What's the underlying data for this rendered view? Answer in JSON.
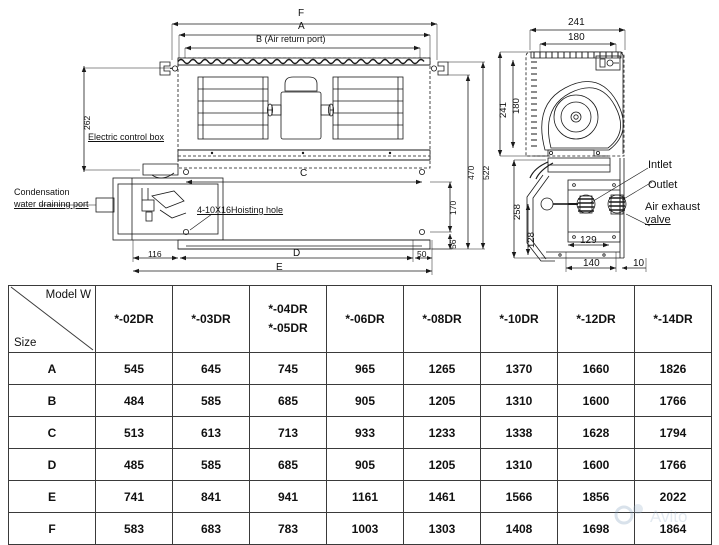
{
  "drawing": {
    "labels": {
      "electric_control_box": "Electric control box",
      "condensation_port_line1": "Condensation",
      "condensation_port_line2": "water draining port",
      "hoisting_hole": "4-10X16Hoisting hole",
      "inlet": "Intlet",
      "outlet": "Outlet",
      "air_exhaust_line1": "Air exhaust",
      "air_exhaust_line2": "valve",
      "air_return_port": "B (Air return port)"
    },
    "dimension_letters": {
      "f": "F",
      "a": "A",
      "c": "C",
      "d": "D",
      "e": "E"
    },
    "dimensions": {
      "height_262": "262",
      "height_522": "522",
      "height_470": "470",
      "height_170": "170",
      "height_56": "56",
      "offset_116": "116",
      "offset_50": "50",
      "right_241_h": "241",
      "right_180_h": "180",
      "right_241_v": "241",
      "right_180_v": "180",
      "right_258": "258",
      "right_128": "128",
      "right_129": "129",
      "right_140": "140",
      "right_10": "10"
    }
  },
  "table": {
    "corner": {
      "model_label": "Model W",
      "size_label": "Size"
    },
    "columns": [
      {
        "line1": "*-02DR",
        "line2": ""
      },
      {
        "line1": "*-03DR",
        "line2": ""
      },
      {
        "line1": "*-04DR",
        "line2": "*-05DR"
      },
      {
        "line1": "*-06DR",
        "line2": ""
      },
      {
        "line1": "*-08DR",
        "line2": ""
      },
      {
        "line1": "*-10DR",
        "line2": ""
      },
      {
        "line1": "*-12DR",
        "line2": ""
      },
      {
        "line1": "*-14DR",
        "line2": ""
      }
    ],
    "rows": [
      {
        "label": "A",
        "values": [
          "545",
          "645",
          "745",
          "965",
          "1265",
          "1370",
          "1660",
          "1826"
        ]
      },
      {
        "label": "B",
        "values": [
          "484",
          "585",
          "685",
          "905",
          "1205",
          "1310",
          "1600",
          "1766"
        ]
      },
      {
        "label": "C",
        "values": [
          "513",
          "613",
          "713",
          "933",
          "1233",
          "1338",
          "1628",
          "1794"
        ]
      },
      {
        "label": "D",
        "values": [
          "485",
          "585",
          "685",
          "905",
          "1205",
          "1310",
          "1600",
          "1766"
        ]
      },
      {
        "label": "E",
        "values": [
          "741",
          "841",
          "941",
          "1161",
          "1461",
          "1566",
          "1856",
          "2022"
        ]
      },
      {
        "label": "F",
        "values": [
          "583",
          "683",
          "783",
          "1003",
          "1303",
          "1408",
          "1698",
          "1864"
        ]
      }
    ]
  },
  "watermark": {
    "text": "Avito"
  },
  "colors": {
    "line": "#1a1a1a",
    "text": "#111111",
    "background": "#ffffff",
    "table_border": "#3a3a3a"
  }
}
